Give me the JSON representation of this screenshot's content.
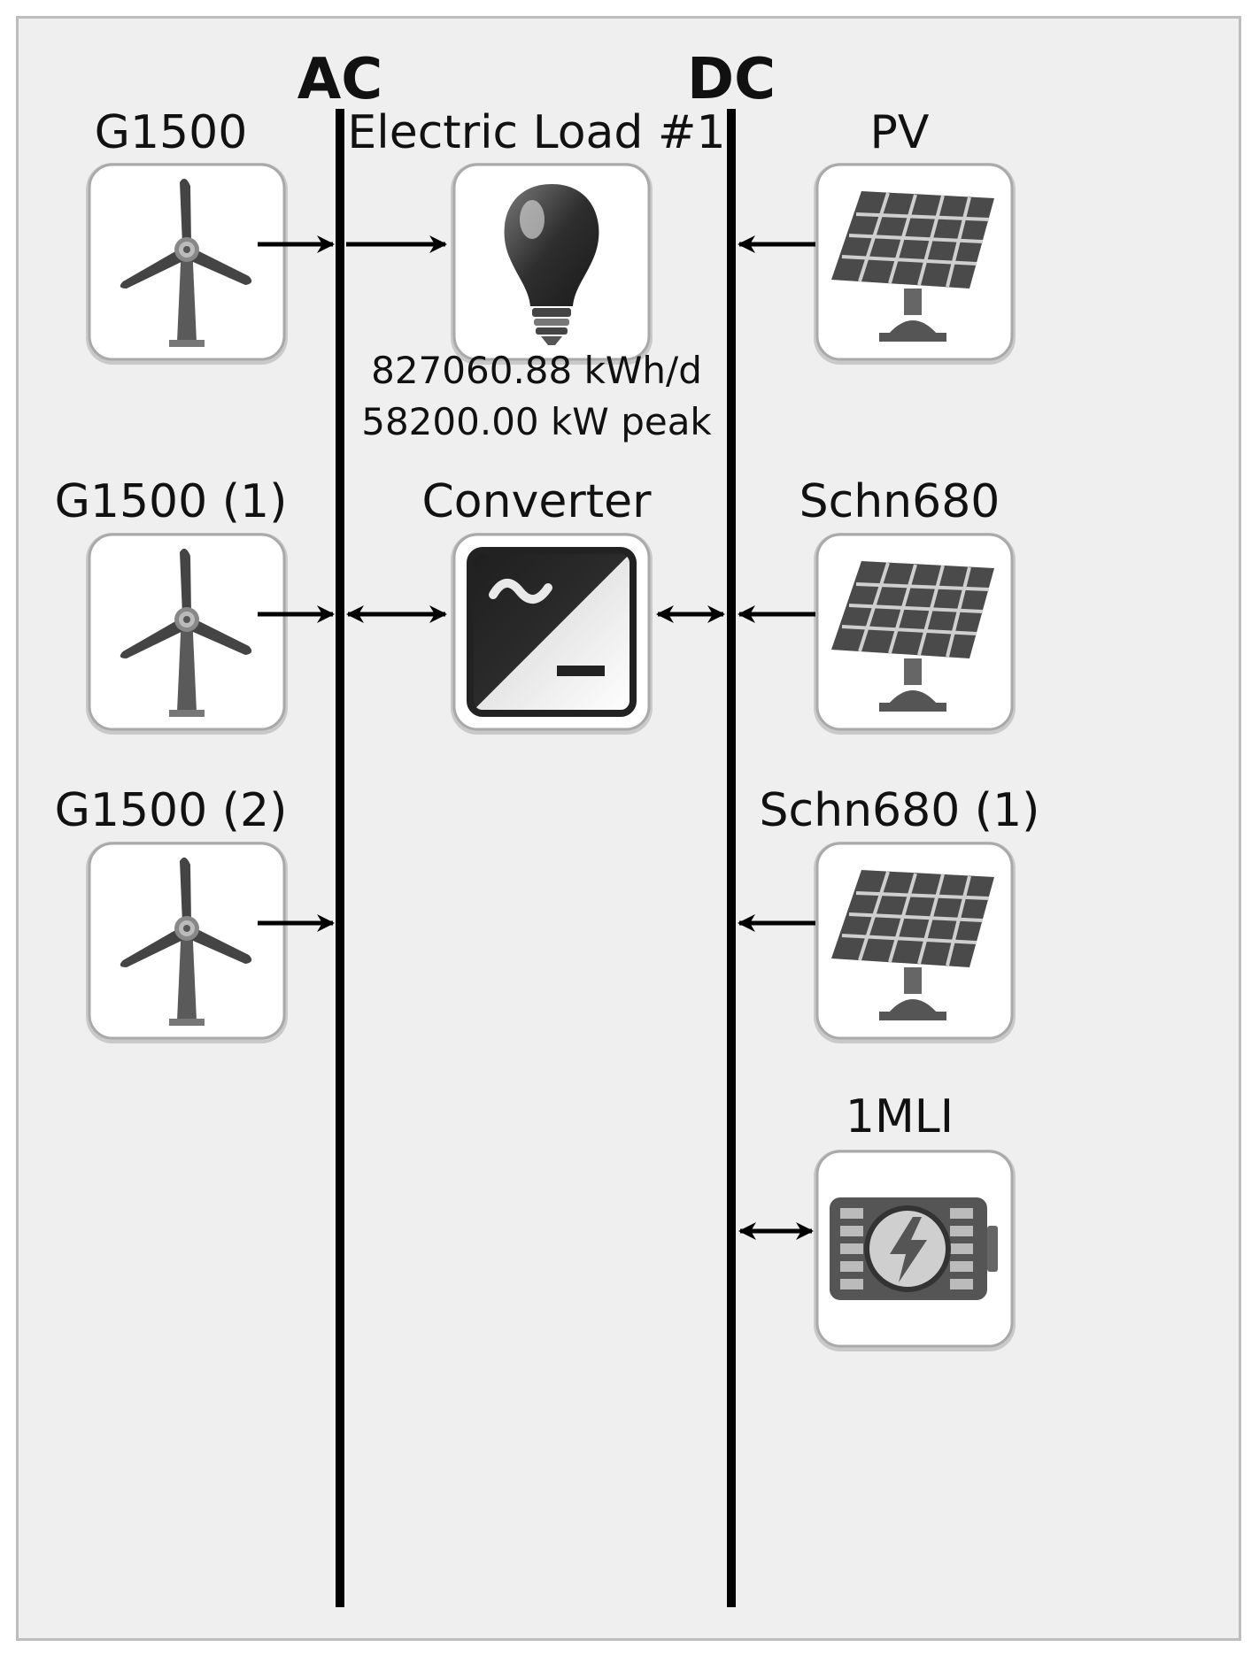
{
  "buses": {
    "ac": {
      "label": "AC"
    },
    "dc": {
      "label": "DC"
    }
  },
  "components": {
    "g1500": {
      "label": "G1500",
      "icon": "wind-turbine-icon"
    },
    "g1500_1": {
      "label": "G1500 (1)",
      "icon": "wind-turbine-icon"
    },
    "g1500_2": {
      "label": "G1500 (2)",
      "icon": "wind-turbine-icon"
    },
    "load": {
      "label": "Electric Load #1",
      "icon": "light-bulb-icon",
      "energy": "827060.88 kWh/d",
      "peak": "58200.00 kW peak"
    },
    "converter": {
      "label": "Converter",
      "icon": "converter-icon"
    },
    "pv": {
      "label": "PV",
      "icon": "solar-panel-icon"
    },
    "schn680": {
      "label": "Schn680",
      "icon": "solar-panel-icon"
    },
    "schn680_1": {
      "label": "Schn680 (1)",
      "icon": "solar-panel-icon"
    },
    "mli": {
      "label": "1MLI",
      "icon": "battery-icon"
    }
  },
  "colors": {
    "background": "#efefef",
    "line": "#000000",
    "icon_dark": "#3a3a3a"
  }
}
